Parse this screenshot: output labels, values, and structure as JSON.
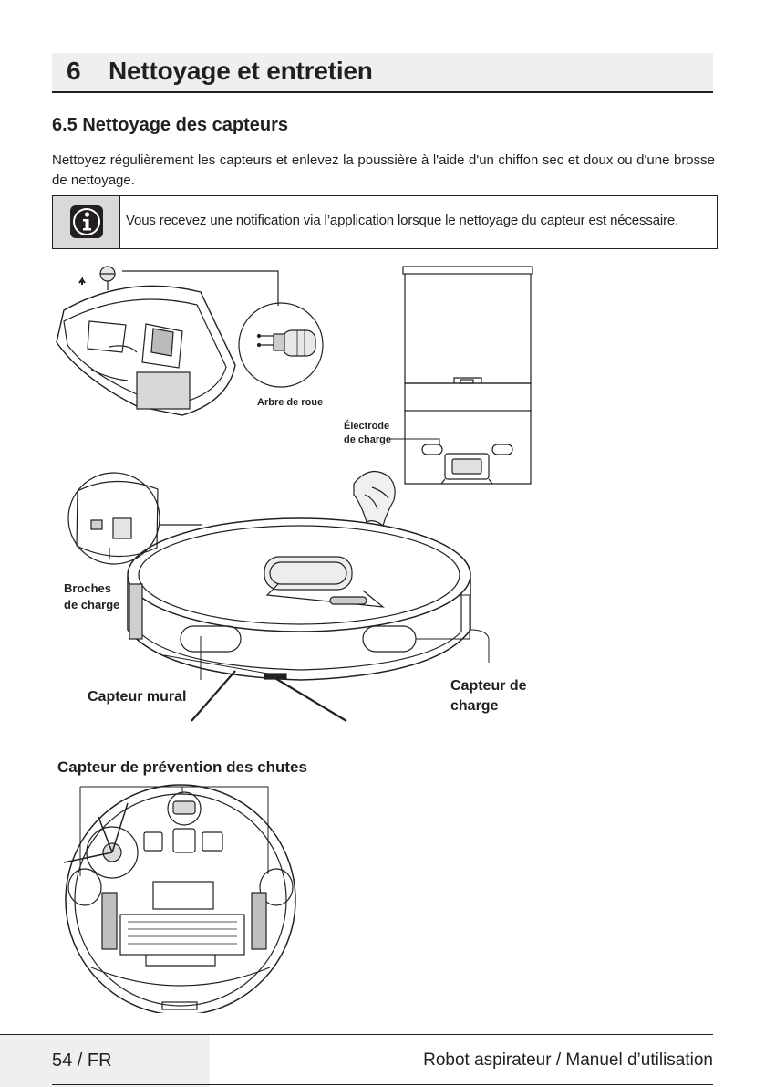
{
  "chapter": {
    "number": "6",
    "title": "Nettoyage et entretien"
  },
  "section": {
    "title": "6.5 Nettoyage des capteurs"
  },
  "body": {
    "text": "Nettoyez régulièrement les capteurs et enlevez la poussière à l'aide d'un chiffon sec et doux ou d'une brosse de nettoyage."
  },
  "note": {
    "icon": "info-icon",
    "text": "Vous recevez une notification via l’application lorsque le nettoyage du capteur est nécessaire."
  },
  "figure": {
    "labels": {
      "wheel_axle": "Arbre de roue",
      "charging_electrode_line1": "Électrode",
      "charging_electrode_line2": "de charge",
      "charging_pins_line1": "Broches",
      "charging_pins_line2": "de charge",
      "wall_sensor": "Capteur mural",
      "charge_sensor_line1": "Capteur de",
      "charge_sensor_line2": "charge",
      "cliff_sensor": "Capteur de prévention des chutes"
    }
  },
  "footer": {
    "page": "54 / FR",
    "manual": "Robot aspirateur / Manuel d’utilisation"
  }
}
